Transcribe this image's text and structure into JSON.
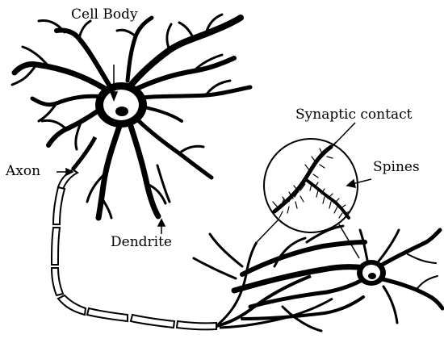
{
  "labels": {
    "cell_body": "Cell Body",
    "synaptic_contact": "Synaptic contact",
    "spines": "Spines",
    "axon": "Axon",
    "dendrite": "Dendrite"
  },
  "colors": {
    "ink": "#000000",
    "background": "#ffffff"
  }
}
